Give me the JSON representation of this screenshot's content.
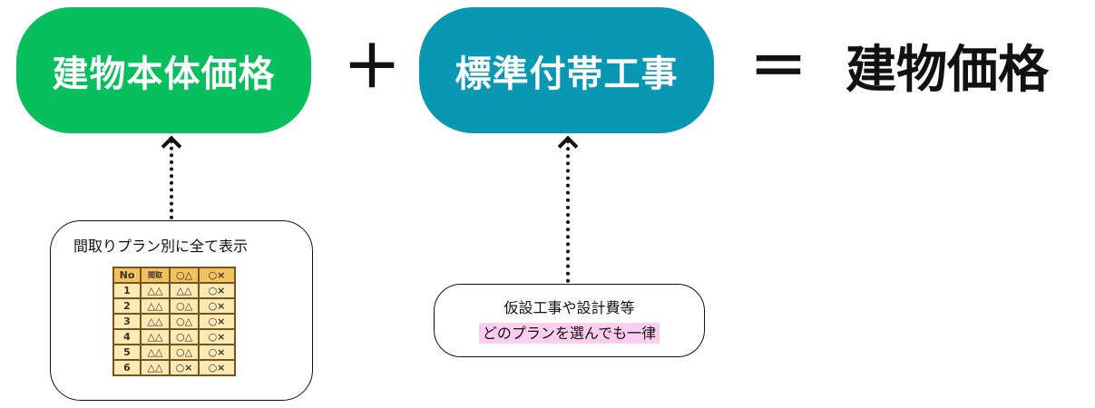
{
  "formula": {
    "term1": "建物本体価格",
    "plus": "＋",
    "term2": "標準付帯工事",
    "equals": "＝",
    "result": "建物価格"
  },
  "callout1": {
    "title": "間取りプラン別に全て表示",
    "table": {
      "headers": [
        "No",
        "間取",
        "○△",
        "○×"
      ],
      "rows": [
        [
          "1",
          "△△",
          "△△",
          "○×"
        ],
        [
          "2",
          "△△",
          "○△",
          "○×"
        ],
        [
          "3",
          "△△",
          "○△",
          "○×"
        ],
        [
          "4",
          "△△",
          "○△",
          "○×"
        ],
        [
          "5",
          "△△",
          "○△",
          "○×"
        ],
        [
          "6",
          "△△",
          "○×",
          "○×"
        ]
      ]
    }
  },
  "callout2": {
    "line1": "仮設工事や設計費等",
    "line2": "どのプランを選んでも一律"
  },
  "colors": {
    "green": "#07bf5c",
    "blue": "#0898b4",
    "highlight": "#fccdef"
  }
}
